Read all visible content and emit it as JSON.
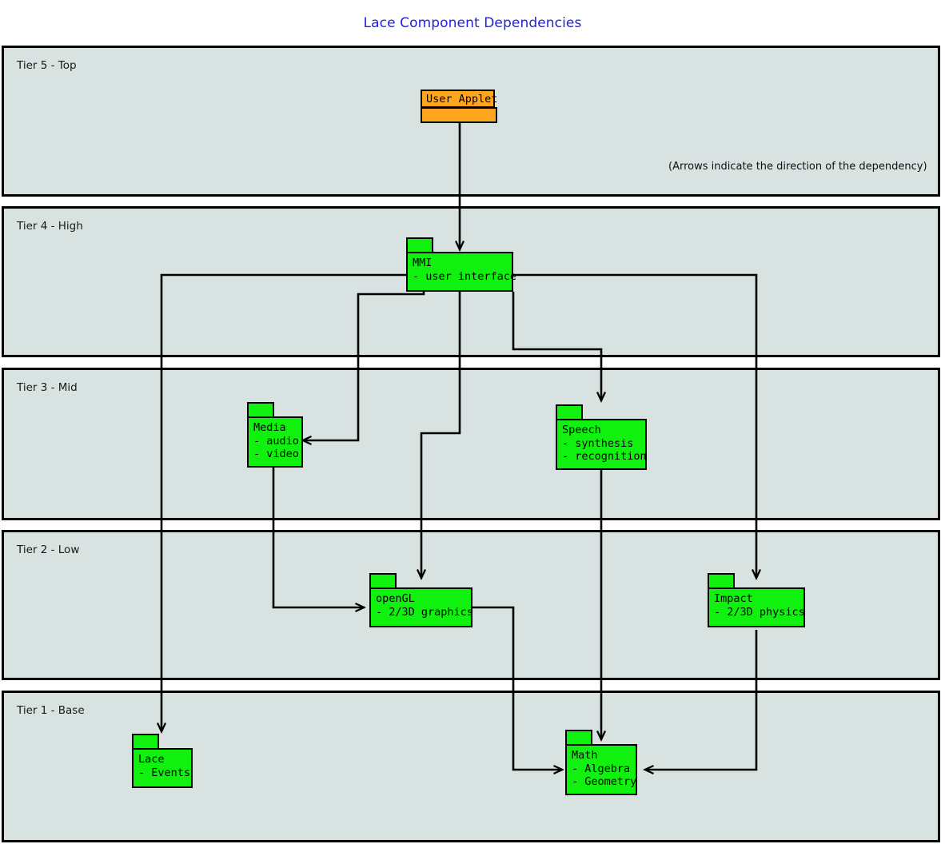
{
  "title": "Lace Component Dependencies",
  "title_color": "#2222dd",
  "note": "(Arrows indicate the direction of the dependency)",
  "colors": {
    "tier_background": "#d7e2e1",
    "package_green": "#10f110",
    "package_orange": "#ffa51e",
    "outline": "#000000",
    "connector": "#000000"
  },
  "tiers": [
    {
      "id": "tier5",
      "label": "Tier 5 - Top"
    },
    {
      "id": "tier4",
      "label": "Tier 4 - High"
    },
    {
      "id": "tier3",
      "label": "Tier 3 - Mid"
    },
    {
      "id": "tier2",
      "label": "Tier 2 - Low"
    },
    {
      "id": "tier1",
      "label": "Tier 1 - Base"
    }
  ],
  "packages": [
    {
      "id": "user-applet",
      "tier": "Tier 5 - Top",
      "color": "#ffa51e",
      "name": "User Applet",
      "line2": "",
      "line3": ""
    },
    {
      "id": "mmi",
      "tier": "Tier 4 - High",
      "color": "#10f110",
      "name": "MMI",
      "line2": "- user interface",
      "line3": ""
    },
    {
      "id": "media",
      "tier": "Tier 3 - Mid",
      "color": "#10f110",
      "name": "Media",
      "line2": "- audio",
      "line3": "- video"
    },
    {
      "id": "speech",
      "tier": "Tier 3 - Mid",
      "color": "#10f110",
      "name": "Speech",
      "line2": "- synthesis",
      "line3": "- recognition"
    },
    {
      "id": "opengl",
      "tier": "Tier 2 - Low",
      "color": "#10f110",
      "name": "openGL",
      "line2": "- 2/3D graphics",
      "line3": ""
    },
    {
      "id": "impact",
      "tier": "Tier 2 - Low",
      "color": "#10f110",
      "name": "Impact",
      "line2": "- 2/3D physics",
      "line3": ""
    },
    {
      "id": "lace",
      "tier": "Tier 1 - Base",
      "color": "#10f110",
      "name": "Lace",
      "line2": "- Events",
      "line3": ""
    },
    {
      "id": "math",
      "tier": "Tier 1 - Base",
      "color": "#10f110",
      "name": "Math",
      "line2": "- Algebra",
      "line3": "- Geometry"
    }
  ],
  "dependencies": [
    {
      "from": "User Applet",
      "to": "MMI"
    },
    {
      "from": "MMI",
      "to": "Media"
    },
    {
      "from": "MMI",
      "to": "Speech"
    },
    {
      "from": "MMI",
      "to": "openGL"
    },
    {
      "from": "MMI",
      "to": "Impact"
    },
    {
      "from": "MMI",
      "to": "Lace"
    },
    {
      "from": "Media",
      "to": "openGL"
    },
    {
      "from": "Speech",
      "to": "Math"
    },
    {
      "from": "openGL",
      "to": "Math"
    },
    {
      "from": "Impact",
      "to": "Math"
    }
  ]
}
